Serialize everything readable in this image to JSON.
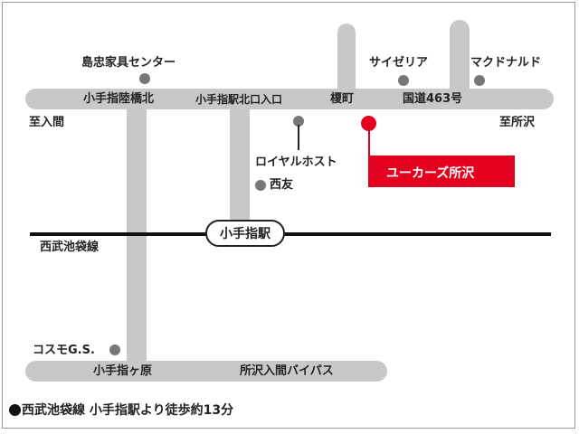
{
  "roads": {
    "top_left_label": "小手指陸橋北",
    "top_mid_label": "小手指駅北口入口",
    "top_enoki_label": "榎町",
    "top_route_label": "国道463号",
    "left_end": "至入間",
    "right_end": "至所沢",
    "bottom_left_label": "小手指ヶ原",
    "bottom_right_label": "所沢入間バイパス"
  },
  "landmarks": {
    "furniture_center": "島忠家具センター",
    "saizeriya": "サイゼリア",
    "mcdonalds": "マクドナルド",
    "royal_host": "ロイヤルホスト",
    "seiyu": "西友",
    "cosmo": "コスモG.S."
  },
  "railway": {
    "line_name": "西武池袋線",
    "station_name": "小手指駅"
  },
  "destination": {
    "name": "ユーカーズ所沢",
    "color": "#e3001f"
  },
  "note": "西武池袋線 小手指駅より徒歩約13分",
  "colors": {
    "road": "#c8c8c8",
    "rail": "#111111",
    "landmark_dot": "#777777"
  }
}
